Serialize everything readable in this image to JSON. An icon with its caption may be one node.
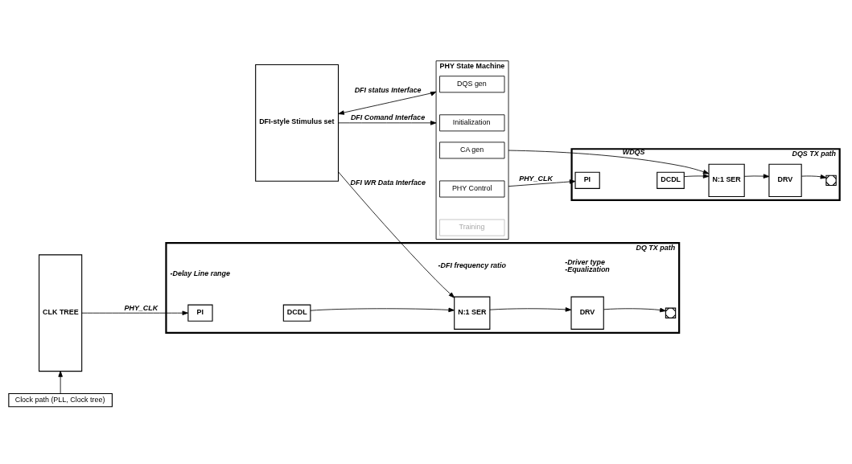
{
  "diagram": {
    "nodes": [
      {
        "text": [
          "DFI-style Stimulus set"
        ]
      },
      {
        "text": [
          "CLK TREE"
        ]
      },
      {
        "text": [
          "DQ TX path"
        ]
      },
      {
        "text": [
          "PI"
        ],
        "in": 2,
        "beside": [
          "-Delay Line range"
        ]
      },
      {
        "text": [
          "DCDL"
        ],
        "in": 2
      },
      {
        "text": [
          "N:1 SER"
        ],
        "in": 2,
        "beside": [
          "-DFI frequency ratio"
        ]
      },
      {
        "text": [
          "DRV"
        ],
        "in": 2,
        "beside": [
          "-Driver type",
          "-Equalization"
        ]
      },
      {
        "text": [],
        "shape": "box",
        "in": 2
      },
      {
        "text": [
          "PHY State Machine"
        ]
      },
      {
        "text": [
          "Initialization"
        ],
        "in": 8
      },
      {
        "text": [
          "DQS gen"
        ],
        "in": 8
      },
      {
        "text": [
          "CA gen"
        ],
        "in": 8
      },
      {
        "text": [
          "PHY Control"
        ],
        "in": 8
      },
      {
        "text": [
          "Training"
        ],
        "in": 8
      },
      {
        "text": [
          "DQS TX path"
        ]
      },
      {
        "text": [
          "PI"
        ],
        "in": 14
      },
      {
        "text": [
          "DCDL"
        ],
        "in": 14
      },
      {
        "text": [
          "N:1 SER"
        ],
        "in": 14
      },
      {
        "text": [
          "DRV"
        ],
        "in": 14
      },
      {
        "text": [],
        "shape": "box",
        "in": 14
      },
      {
        "text": [
          "Clock path (PLL, Clock tree)"
        ]
      }
    ],
    "edges": [
      {
        "from": 0,
        "to": 5,
        "arrow": "to",
        "label": "DFI WR Data Interface"
      },
      {
        "from": 1,
        "to": 3,
        "arrow": "to",
        "label": "PHY_CLK"
      },
      {
        "from": 4,
        "to": 5,
        "arrow": "to"
      },
      {
        "from": 5,
        "to": 6,
        "arrow": "to"
      },
      {
        "from": 6,
        "to": 7,
        "arrow": "to"
      },
      {
        "from": 0,
        "to": 8,
        "arrow": "to",
        "label": "DFI Comand Interface"
      },
      {
        "from": 0,
        "to": 8,
        "arrow": "both",
        "label": "DFI status Interface"
      },
      {
        "from": 8,
        "to": 17,
        "arrow": "to",
        "label": "WDQS"
      },
      {
        "from": 8,
        "to": 15,
        "arrow": "to",
        "label": "PHY_CLK"
      },
      {
        "from": 16,
        "to": 17,
        "arrow": "to"
      },
      {
        "from": 17,
        "to": 18,
        "arrow": "to"
      },
      {
        "from": 18,
        "to": 19,
        "arrow": "to"
      },
      {
        "from": 20,
        "to": 1,
        "arrow": "to"
      }
    ]
  }
}
